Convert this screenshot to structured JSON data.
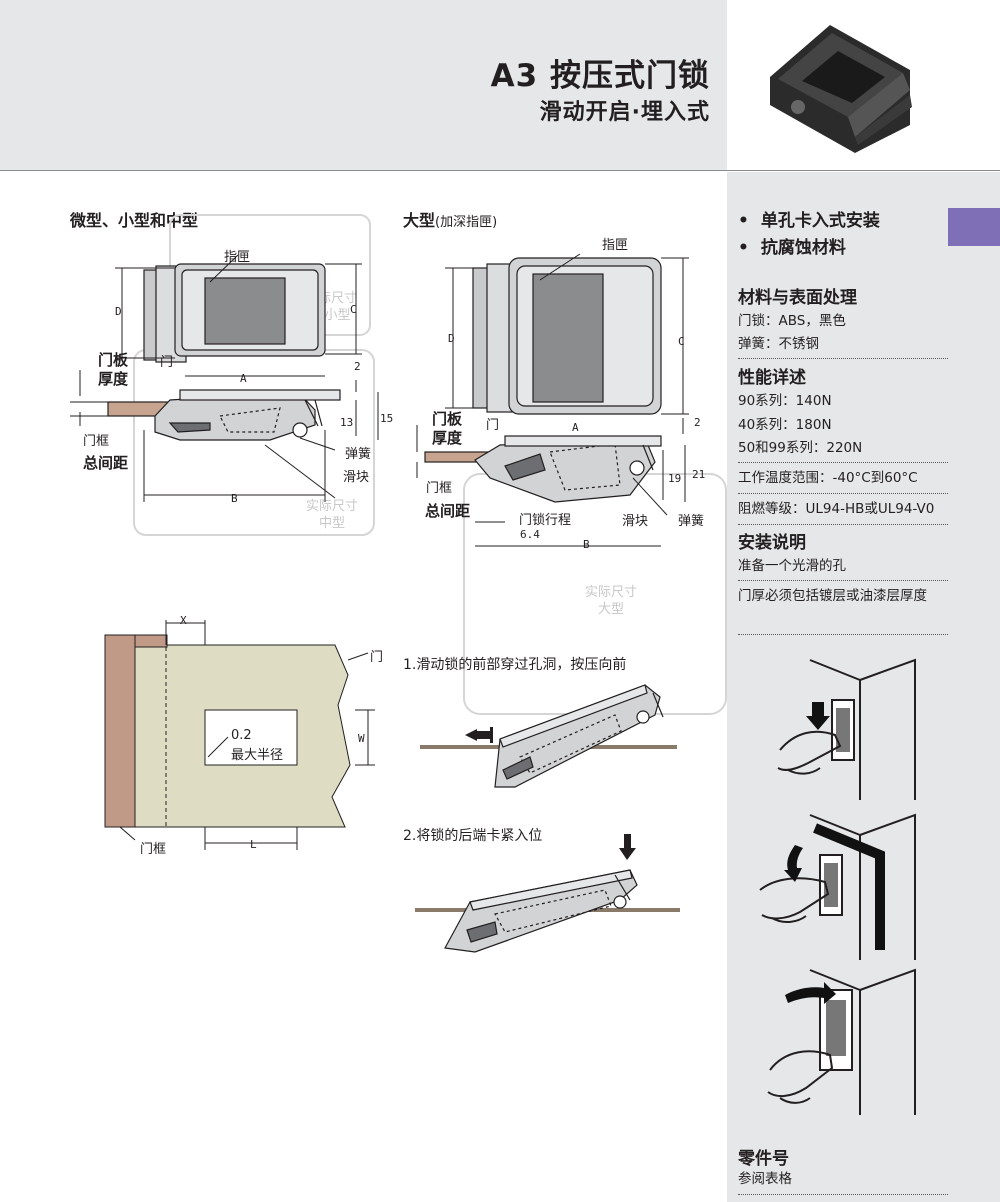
{
  "header": {
    "title": "A3 按压式门锁",
    "subtitle": "滑动开启·埋入式"
  },
  "sidebar": {
    "features": [
      "单孔卡入式安装",
      "抗腐蚀材料"
    ],
    "materials": {
      "heading": "材料与表面处理",
      "lock": "门锁：ABS，黑色",
      "spring": "弹簧：不锈钢"
    },
    "performance": {
      "heading": "性能详述",
      "items": [
        "90系列：140N",
        "40系列：180N",
        "50和99系列：220N"
      ],
      "temp": "工作温度范围：-40°C到60°C",
      "flame": "阻燃等级：UL94-HB或UL94-V0"
    },
    "install": {
      "heading": "安装说明",
      "step1": "准备一个光滑的孔",
      "step2": "门厚必须包括镀层或油漆层厚度"
    },
    "parts": {
      "heading": "零件号",
      "text": "参阅表格"
    }
  },
  "small_diagram": {
    "heading": "微型、小型和中型",
    "finger_cup": "指匣",
    "ghost_small": "际尺寸\n小型",
    "ghost_medium": "实际尺寸\n中型",
    "door_thickness": "门板\n厚度",
    "door": "门",
    "frame": "门框",
    "total_gap": "总间距",
    "spring": "弹簧",
    "slider": "滑块",
    "dim_d": "D",
    "dim_c": "C",
    "dim_a": "A",
    "dim_b": "B",
    "dim_2": "2",
    "dim_13": "13",
    "dim_15": "15"
  },
  "large_diagram": {
    "heading": "大型",
    "heading_note": "(加深指匣)",
    "finger_cup": "指匣",
    "ghost_large": "实际尺寸\n大型",
    "door_thickness": "门板\n厚度",
    "door": "门",
    "frame": "门框",
    "total_gap": "总间距",
    "travel": "门锁行程",
    "travel_val": "6.4",
    "slider": "滑块",
    "spring": "弹簧",
    "dim_d": "D",
    "dim_c": "C",
    "dim_a": "A",
    "dim_b": "B",
    "dim_2": "2",
    "dim_19": "19",
    "dim_21": "21"
  },
  "cutout": {
    "dim_x": "X",
    "door": "门",
    "radius_val": "0.2",
    "radius_label": "最大半径",
    "dim_w": "W",
    "dim_l": "L",
    "frame": "门框"
  },
  "steps": {
    "step1": "1.滑动锁的前部穿过孔洞，按压向前",
    "step2": "2.将锁的后端卡紧入位"
  }
}
